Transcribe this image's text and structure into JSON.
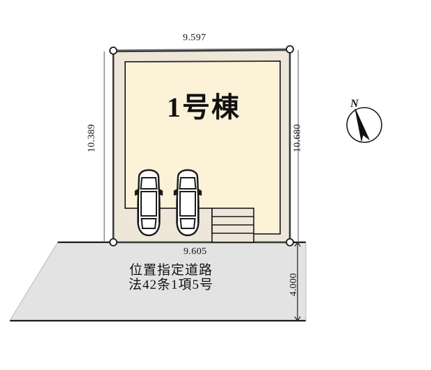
{
  "drawing": {
    "type": "site-plan",
    "title_label": "1号棟"
  },
  "dimensions": {
    "top": {
      "value": "9.597",
      "edge": "north-property-line"
    },
    "left": {
      "value": "10.389",
      "edge": "west-property-line"
    },
    "right": {
      "value": "10.680",
      "edge": "east-property-line"
    },
    "bottom": {
      "value": "9.605",
      "edge": "south-property-line"
    },
    "road_width": {
      "value": "4.000",
      "edge": "road-width"
    }
  },
  "road": {
    "line1": "位置指定道路",
    "line2": "法42条1項5号"
  },
  "compass": {
    "north_label": "N"
  },
  "parking": {
    "count": 2,
    "stall_1_name": "car-stall-1",
    "stall_2_name": "car-stall-2"
  },
  "features": {
    "stairs_name": "entrance-stairs"
  },
  "colors": {
    "site_fill": "#EFE6DA",
    "building_fill": "#FBF2D8",
    "road_fill": "#E3E3E3",
    "line": "#1A1A1A",
    "corner_marker_fill": "#FFFFFF",
    "background": "#FFFFFF"
  }
}
